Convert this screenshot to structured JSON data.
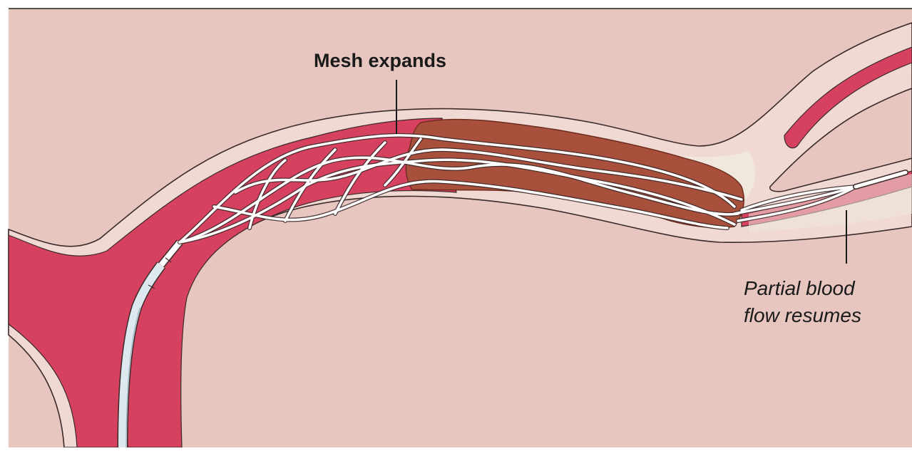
{
  "colors": {
    "tissue": "#e6c6bf",
    "vessel_wall": "#efd9d2",
    "blood": "#d6415f",
    "clot": "#a8503b",
    "clot_edge": "#6d2a1e",
    "mesh": "#ffffff",
    "outline": "#3a2a2a",
    "empty_lumen": "#f1e8dd",
    "catheter": "#dde8ef"
  },
  "labels": {
    "mesh_expands": "Mesh expands",
    "partial_flow_line1": "Partial blood",
    "partial_flow_line2": "flow resumes"
  }
}
